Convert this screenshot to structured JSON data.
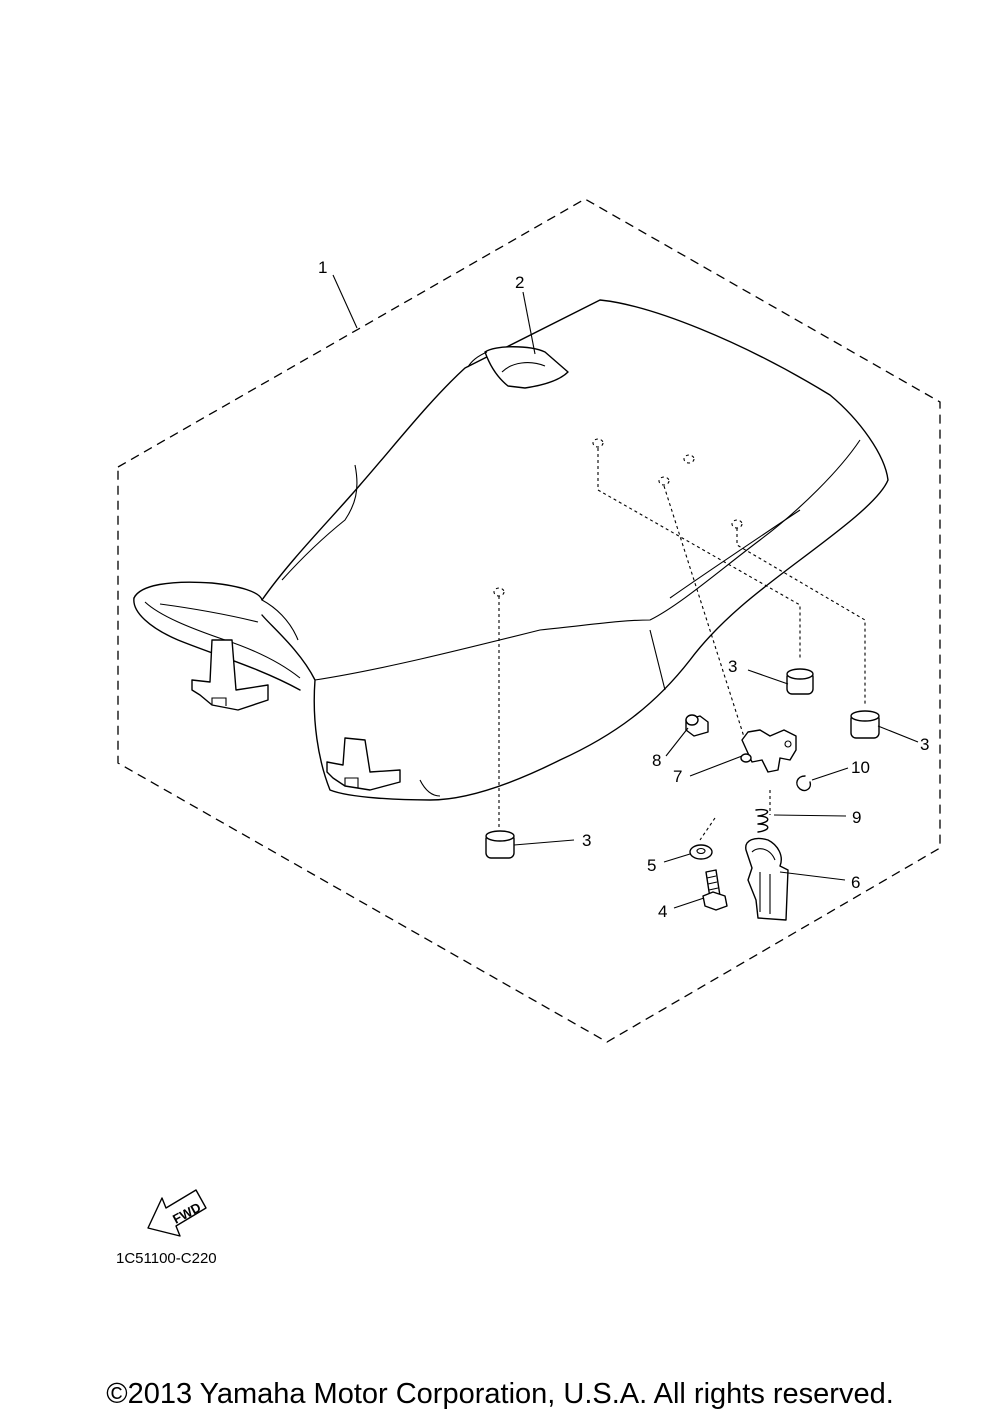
{
  "callouts": [
    {
      "id": "1",
      "label": "1"
    },
    {
      "id": "2",
      "label": "2"
    },
    {
      "id": "3a",
      "label": "3"
    },
    {
      "id": "3b",
      "label": "3"
    },
    {
      "id": "3c",
      "label": "3"
    },
    {
      "id": "4",
      "label": "4"
    },
    {
      "id": "5",
      "label": "5"
    },
    {
      "id": "6",
      "label": "6"
    },
    {
      "id": "7",
      "label": "7"
    },
    {
      "id": "8",
      "label": "8"
    },
    {
      "id": "9",
      "label": "9"
    },
    {
      "id": "10",
      "label": "10"
    }
  ],
  "fwd_label": "FWD",
  "diagram_code": "1C51100-C220",
  "copyright": "©2013 Yamaha Motor Corporation, U.S.A. All rights reserved."
}
